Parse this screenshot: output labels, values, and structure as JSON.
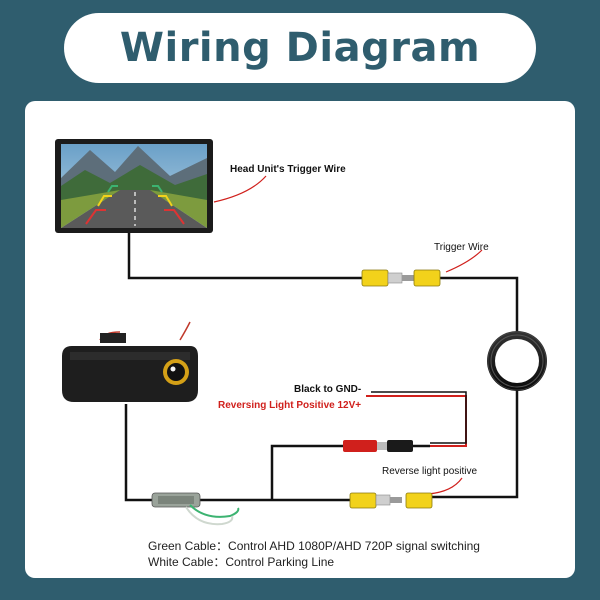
{
  "title": "Wiring Diagram",
  "labels": {
    "head_unit_trigger": "Head Unit's Trigger Wire",
    "trigger_wire": "Trigger Wire",
    "black_gnd": "Black to GND-",
    "reversing_positive": "Reversing Light Positive 12V+",
    "reverse_light_positive": "Reverse light positive"
  },
  "legend": [
    {
      "key": "Green Cable：",
      "value": "Control AHD 1080P/AHD 720P signal switching"
    },
    {
      "key": "White Cable：",
      "value": "Control Parking Line"
    }
  ],
  "colors": {
    "background": "#2f5d6e",
    "title_text": "#2f5d6e",
    "wire": "#111111",
    "accent_red": "#d0201c",
    "connector_yellow": "#f2d21b",
    "green_wire": "#3cb371"
  }
}
